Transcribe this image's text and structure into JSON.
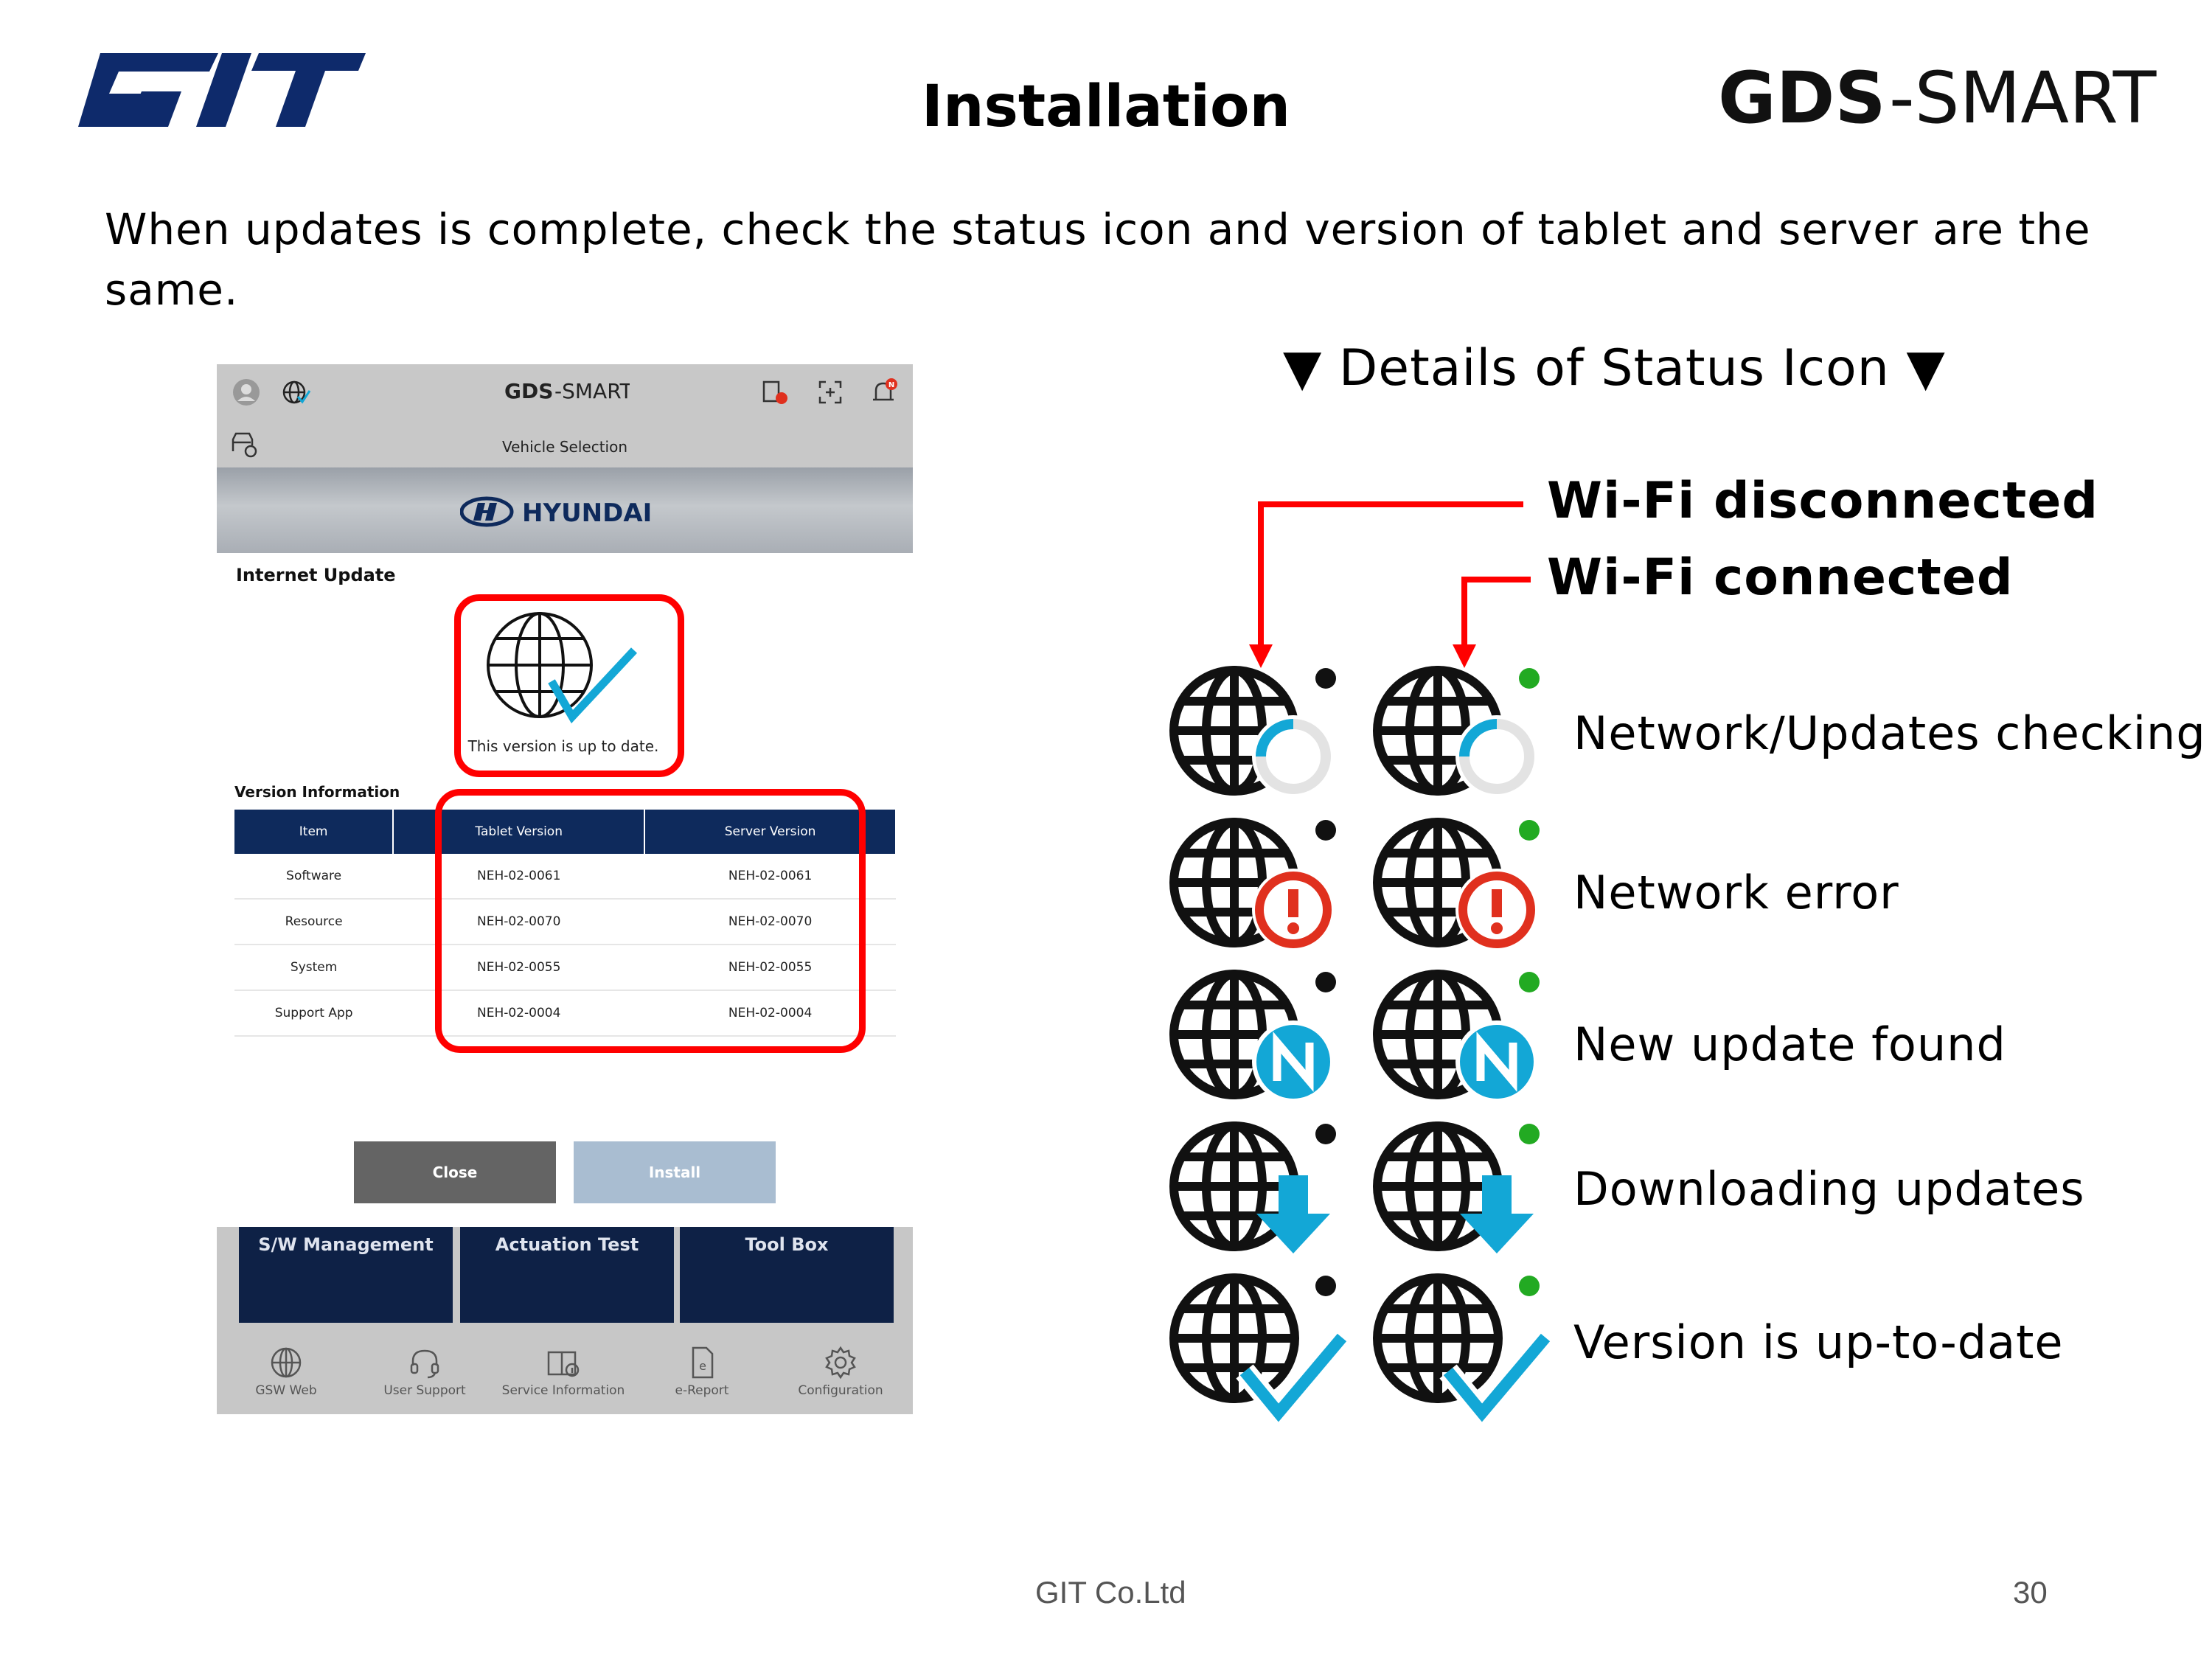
{
  "header": {
    "left_logo_text": "GIT",
    "title": "Installation",
    "right_logo_text": "GDS-SMART"
  },
  "intro_text": "When updates is complete, check the status icon and version of tablet and server are the same.",
  "tablet": {
    "app_name": "GDS-SMART",
    "vehicle_selection": "Vehicle Selection",
    "brand": "HYUNDAI",
    "internet_update_label": "Internet Update",
    "up_to_date_text": "This version is up to date.",
    "version_information_label": "Version Information",
    "notification_badge": "N",
    "table": {
      "headers": [
        "Item",
        "Tablet Version",
        "Server Version"
      ],
      "rows": [
        [
          "Software",
          "NEH-02-0061",
          "NEH-02-0061"
        ],
        [
          "Resource",
          "NEH-02-0070",
          "NEH-02-0070"
        ],
        [
          "System",
          "NEH-02-0055",
          "NEH-02-0055"
        ],
        [
          "Support App",
          "NEH-02-0004",
          "NEH-02-0004"
        ]
      ]
    },
    "buttons": {
      "close": "Close",
      "install": "Install"
    },
    "menu_tiles": [
      "S/W Management",
      "Actuation Test",
      "Tool Box"
    ],
    "footer_items": [
      "GSW Web",
      "User Support",
      "Service Information",
      "e-Report",
      "Configuration"
    ]
  },
  "legend": {
    "heading": "▼ Details of Status Icon ▼",
    "wifi_disconnected": "Wi-Fi disconnected",
    "wifi_connected": "Wi-Fi connected",
    "statuses": [
      "Network/Updates checking",
      "Network error",
      "New update found",
      "Downloading updates",
      "Version is up-to-date"
    ],
    "wifi_disconnected_dot": "#111111",
    "wifi_connected_dot": "#22aa22",
    "arrow_color": "#ff0000",
    "accent_cyan": "#13a7d6",
    "error_red": "#e0301e"
  },
  "footer": {
    "company": "GIT Co.Ltd",
    "page_number": "30"
  }
}
